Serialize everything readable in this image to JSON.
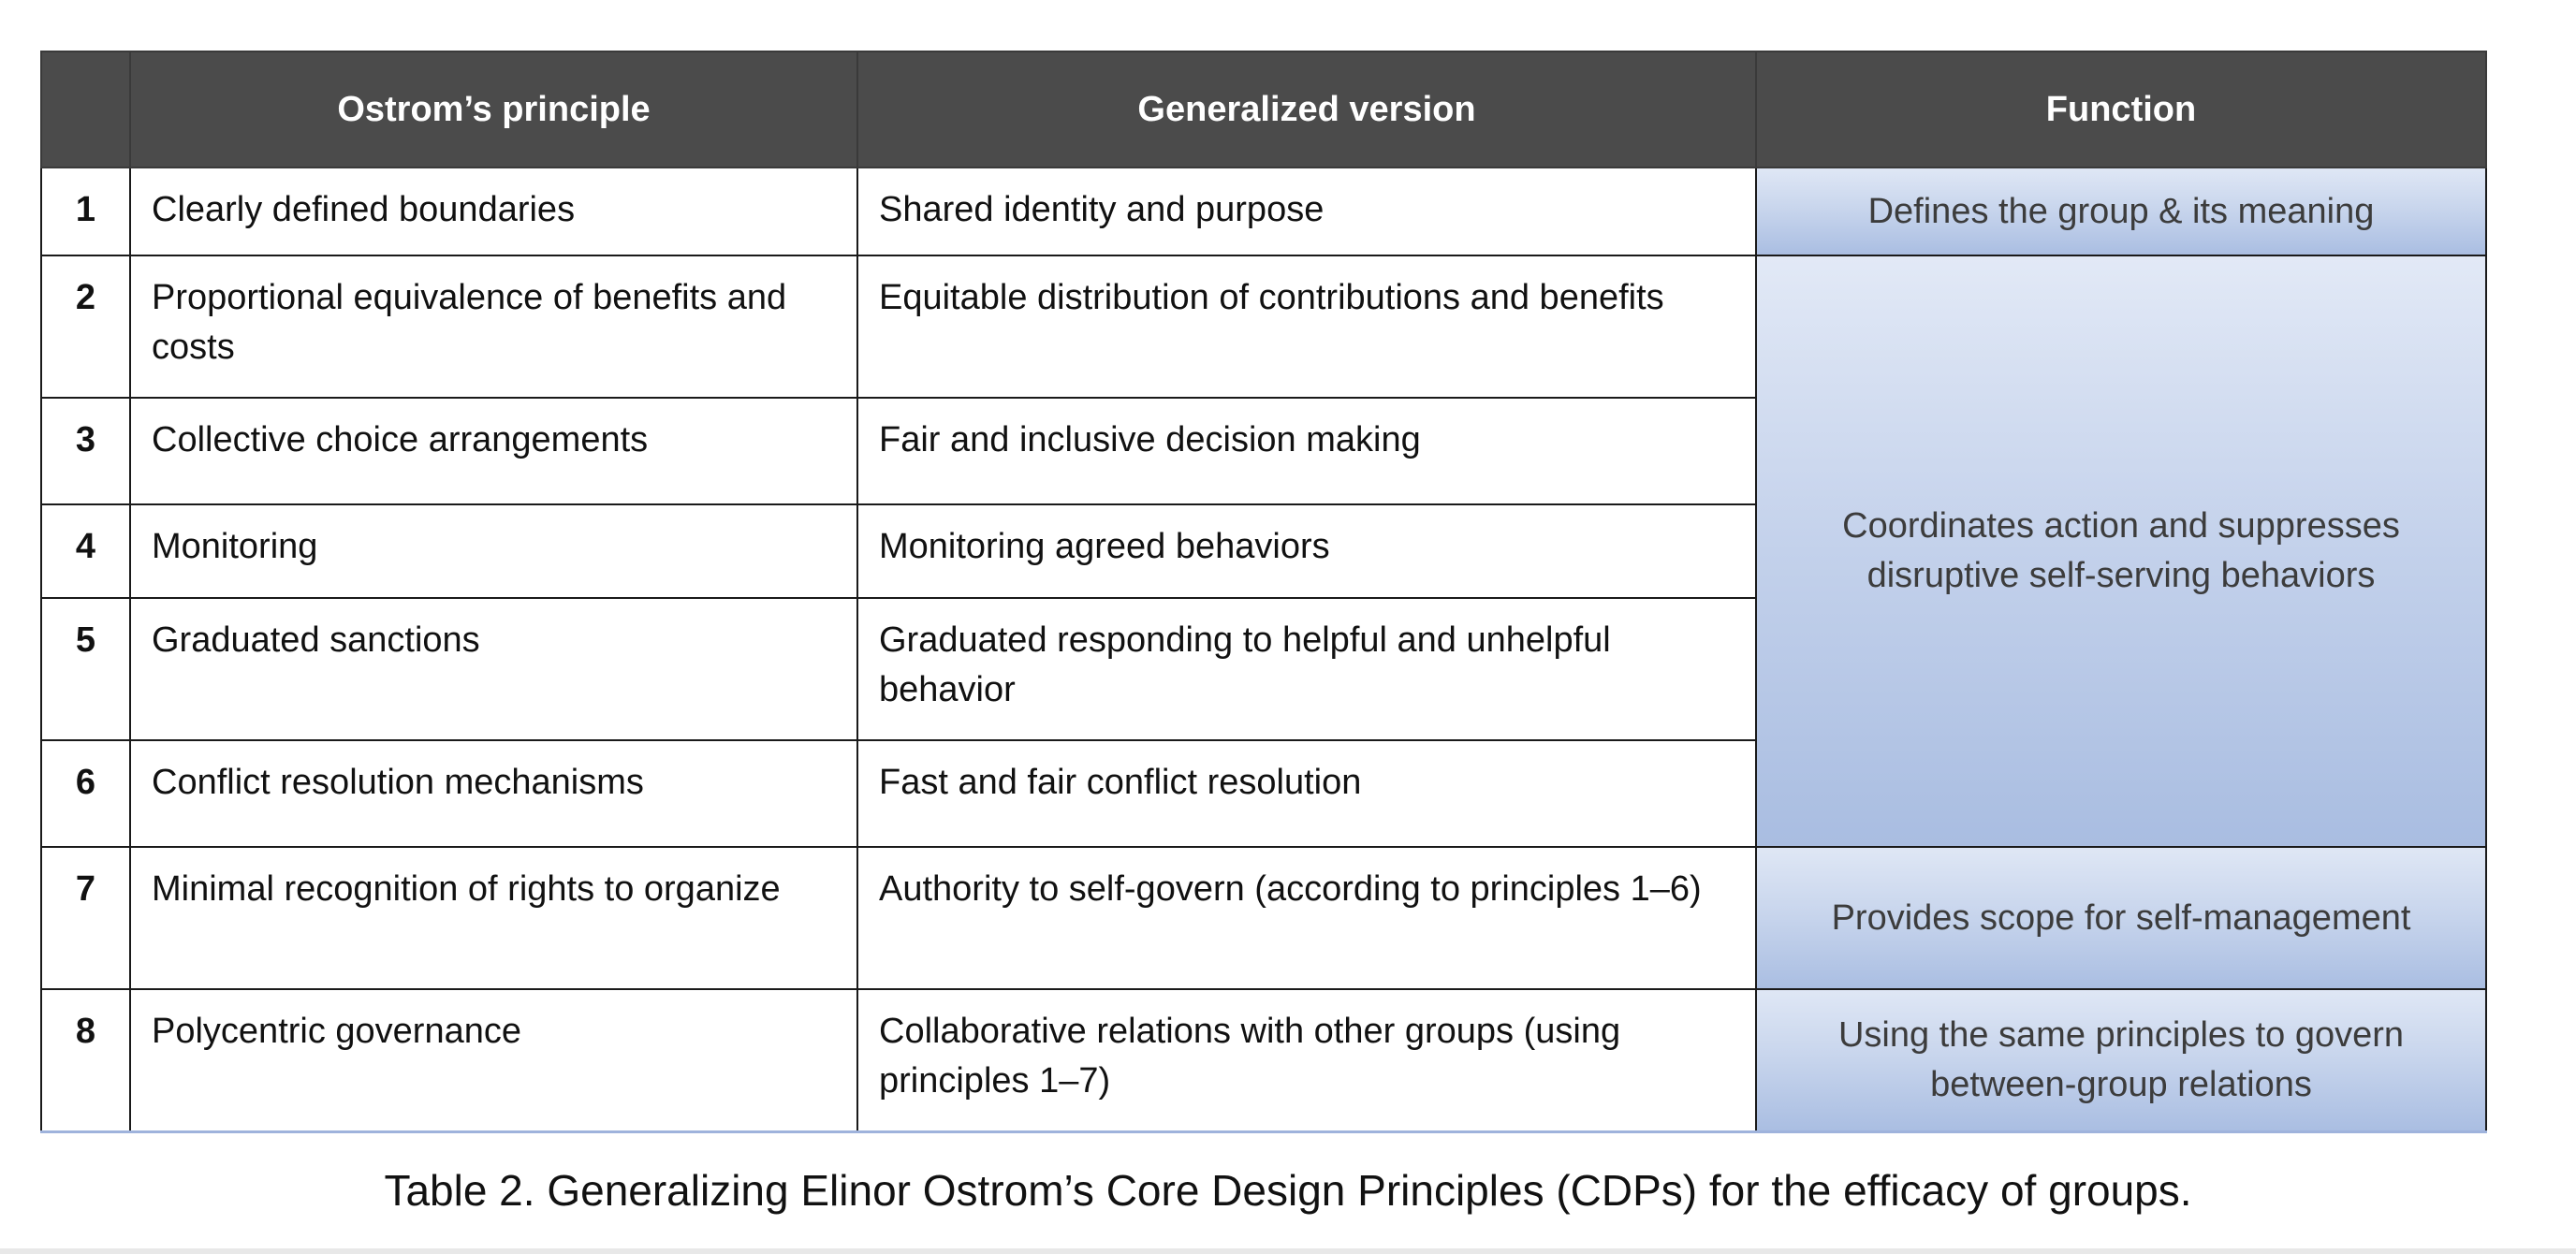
{
  "table": {
    "headers": {
      "number": "",
      "ostrom": "Ostrom’s principle",
      "generalized": "Generalized version",
      "function": "Function"
    },
    "rows": [
      {
        "num": "1",
        "ostrom": "Clearly defined boundaries",
        "generalized": "Shared identity and purpose"
      },
      {
        "num": "2",
        "ostrom": "Proportional equivalence of benefits and costs",
        "generalized": "Equitable distribution of contributions and benefits"
      },
      {
        "num": "3",
        "ostrom": "Collective choice arrangements",
        "generalized": "Fair and inclusive decision making"
      },
      {
        "num": "4",
        "ostrom": "Monitoring",
        "generalized": "Monitoring agreed behaviors"
      },
      {
        "num": "5",
        "ostrom": "Graduated sanctions",
        "generalized": "Graduated responding to helpful and unhelpful behavior"
      },
      {
        "num": "6",
        "ostrom": "Conflict resolution mechanisms",
        "generalized": "Fast and fair conflict resolution"
      },
      {
        "num": "7",
        "ostrom": "Minimal recognition of rights to organize",
        "generalized": "Authority to self-govern (according to principles 1–6)"
      },
      {
        "num": "8",
        "ostrom": "Polycentric governance",
        "generalized": "Collaborative relations with other groups (using principles 1–7)"
      }
    ],
    "functions": [
      "Defines the group & its meaning",
      "Coordinates action and suppresses disruptive self-serving behaviors",
      "Provides scope for self-management",
      "Using the same principles to govern between-group relations"
    ]
  },
  "caption": "Table 2. Generalizing Elinor Ostrom’s Core Design Principles (CDPs) for the efficacy of groups.",
  "colors": {
    "header_bg": "#4b4b4b",
    "header_text": "#ffffff",
    "function_gradient_top": "#dfe7f5",
    "function_gradient_bottom": "#aabee2"
  }
}
